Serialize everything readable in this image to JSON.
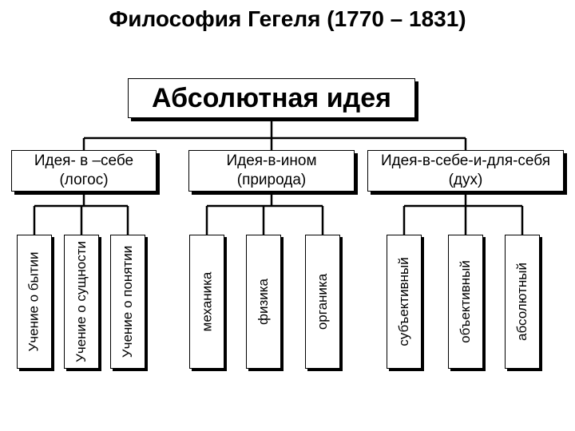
{
  "title": "Философия Гегеля (1770 – 1831)",
  "root": "Абсолютная идея",
  "branches": [
    {
      "line1": "Идея- в –себе",
      "line2": "(логос)",
      "leaves": [
        "Учение о бытии",
        "Учение о сущности",
        "Учение о понятии"
      ]
    },
    {
      "line1": "Идея-в-ином",
      "line2": "(природа)",
      "leaves": [
        "механика",
        "физика",
        "органика"
      ]
    },
    {
      "line1": "Идея-в-себе-и-для-себя",
      "line2": "(дух)",
      "leaves": [
        "субъективный",
        "объективный",
        "абсолютный"
      ]
    }
  ]
}
